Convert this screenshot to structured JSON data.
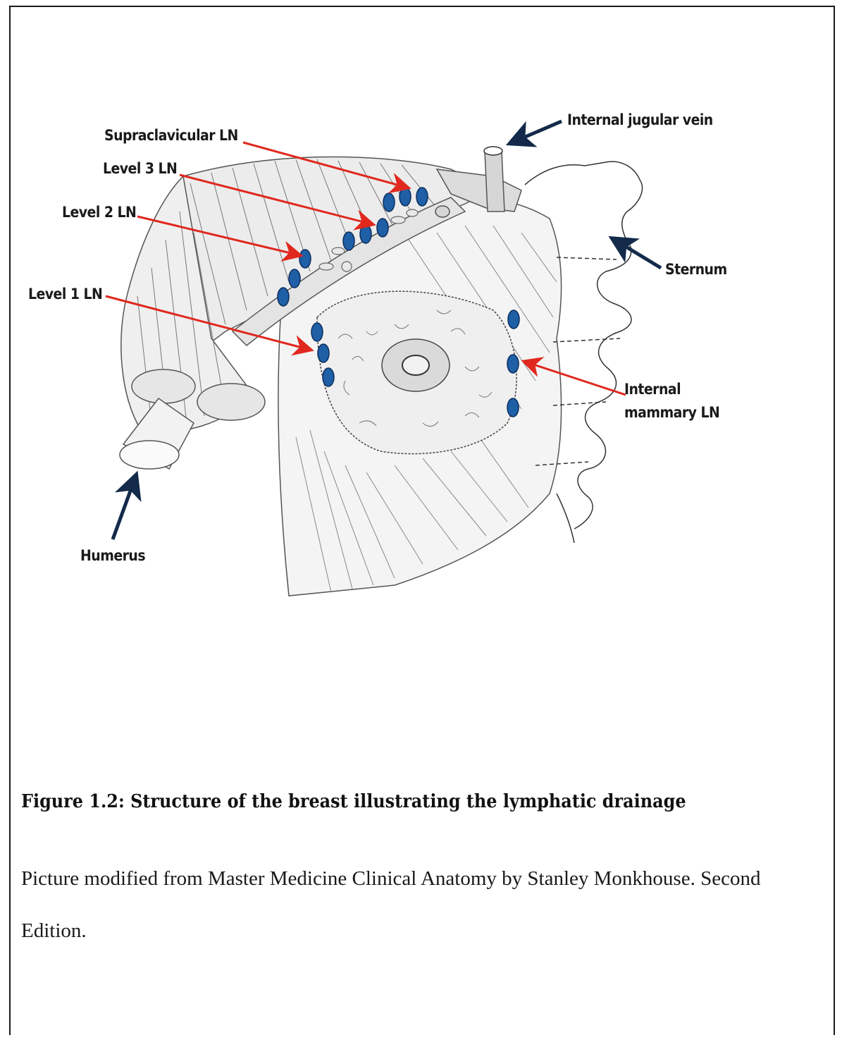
{
  "figure": {
    "labels": {
      "supraclavicular": "Supraclavicular LN",
      "level3": "Level 3 LN",
      "level2": "Level 2 LN",
      "level1": "Level 1 LN",
      "jugular": "Internal jugular vein",
      "sternum": "Sternum",
      "internal_mammary_line1": "Internal",
      "internal_mammary_line2": "mammary LN",
      "humerus": "Humerus"
    },
    "colors": {
      "lymph_node": "#1f5fa6",
      "red_arrow": "#e0281e",
      "dark_arrow": "#132a4a"
    }
  },
  "caption": {
    "title": "Figure 1.2: Structure of the breast illustrating the lymphatic drainage",
    "source_line1": "Picture modified from Master Medicine Clinical Anatomy by Stanley Monkhouse. Second",
    "source_line2": "Edition."
  }
}
